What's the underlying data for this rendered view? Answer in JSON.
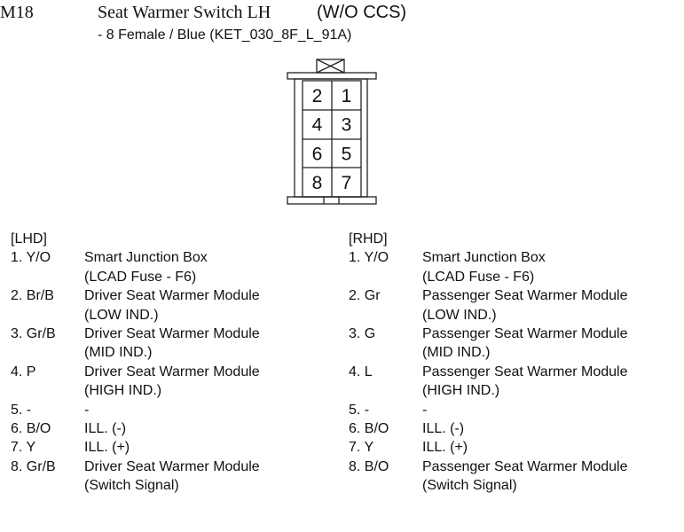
{
  "header": {
    "code": "M18",
    "title": "Seat Warmer Switch LH",
    "variant": "(W/O CCS)",
    "subtitle": "- 8 Female / Blue (KET_030_8F_L_91A)"
  },
  "connector": {
    "pins": [
      [
        "2",
        "1"
      ],
      [
        "4",
        "3"
      ],
      [
        "6",
        "5"
      ],
      [
        "8",
        "7"
      ]
    ]
  },
  "lhd": {
    "label": "[LHD]",
    "pins": [
      {
        "pin": "1. Y/O",
        "desc": [
          "Smart Junction Box",
          "(LCAD Fuse - F6)"
        ]
      },
      {
        "pin": "2. Br/B",
        "desc": [
          "Driver Seat Warmer Module",
          "(LOW IND.)"
        ]
      },
      {
        "pin": "3. Gr/B",
        "desc": [
          "Driver Seat Warmer Module",
          "(MID IND.)"
        ]
      },
      {
        "pin": "4. P",
        "desc": [
          "Driver Seat Warmer Module",
          "(HIGH IND.)"
        ]
      },
      {
        "pin": "5. -",
        "desc": [
          "-"
        ]
      },
      {
        "pin": "6. B/O",
        "desc": [
          "ILL. (-)"
        ]
      },
      {
        "pin": "7. Y",
        "desc": [
          "ILL. (+)"
        ]
      },
      {
        "pin": "8. Gr/B",
        "desc": [
          "Driver Seat Warmer Module",
          "(Switch Signal)"
        ]
      }
    ]
  },
  "rhd": {
    "label": "[RHD]",
    "pins": [
      {
        "pin": "1. Y/O",
        "desc": [
          "Smart Junction Box",
          "(LCAD Fuse - F6)"
        ]
      },
      {
        "pin": "2. Gr",
        "desc": [
          "Passenger Seat Warmer Module",
          "(LOW IND.)"
        ]
      },
      {
        "pin": "3. G",
        "desc": [
          "Passenger Seat Warmer Module",
          "(MID IND.)"
        ]
      },
      {
        "pin": "4. L",
        "desc": [
          "Passenger Seat Warmer Module",
          "(HIGH IND.)"
        ]
      },
      {
        "pin": "5. -",
        "desc": [
          "-"
        ]
      },
      {
        "pin": "6. B/O",
        "desc": [
          "ILL. (-)"
        ]
      },
      {
        "pin": "7. Y",
        "desc": [
          "ILL. (+)"
        ]
      },
      {
        "pin": "8. B/O",
        "desc": [
          "Passenger Seat Warmer Module",
          "(Switch Signal)"
        ]
      }
    ]
  }
}
